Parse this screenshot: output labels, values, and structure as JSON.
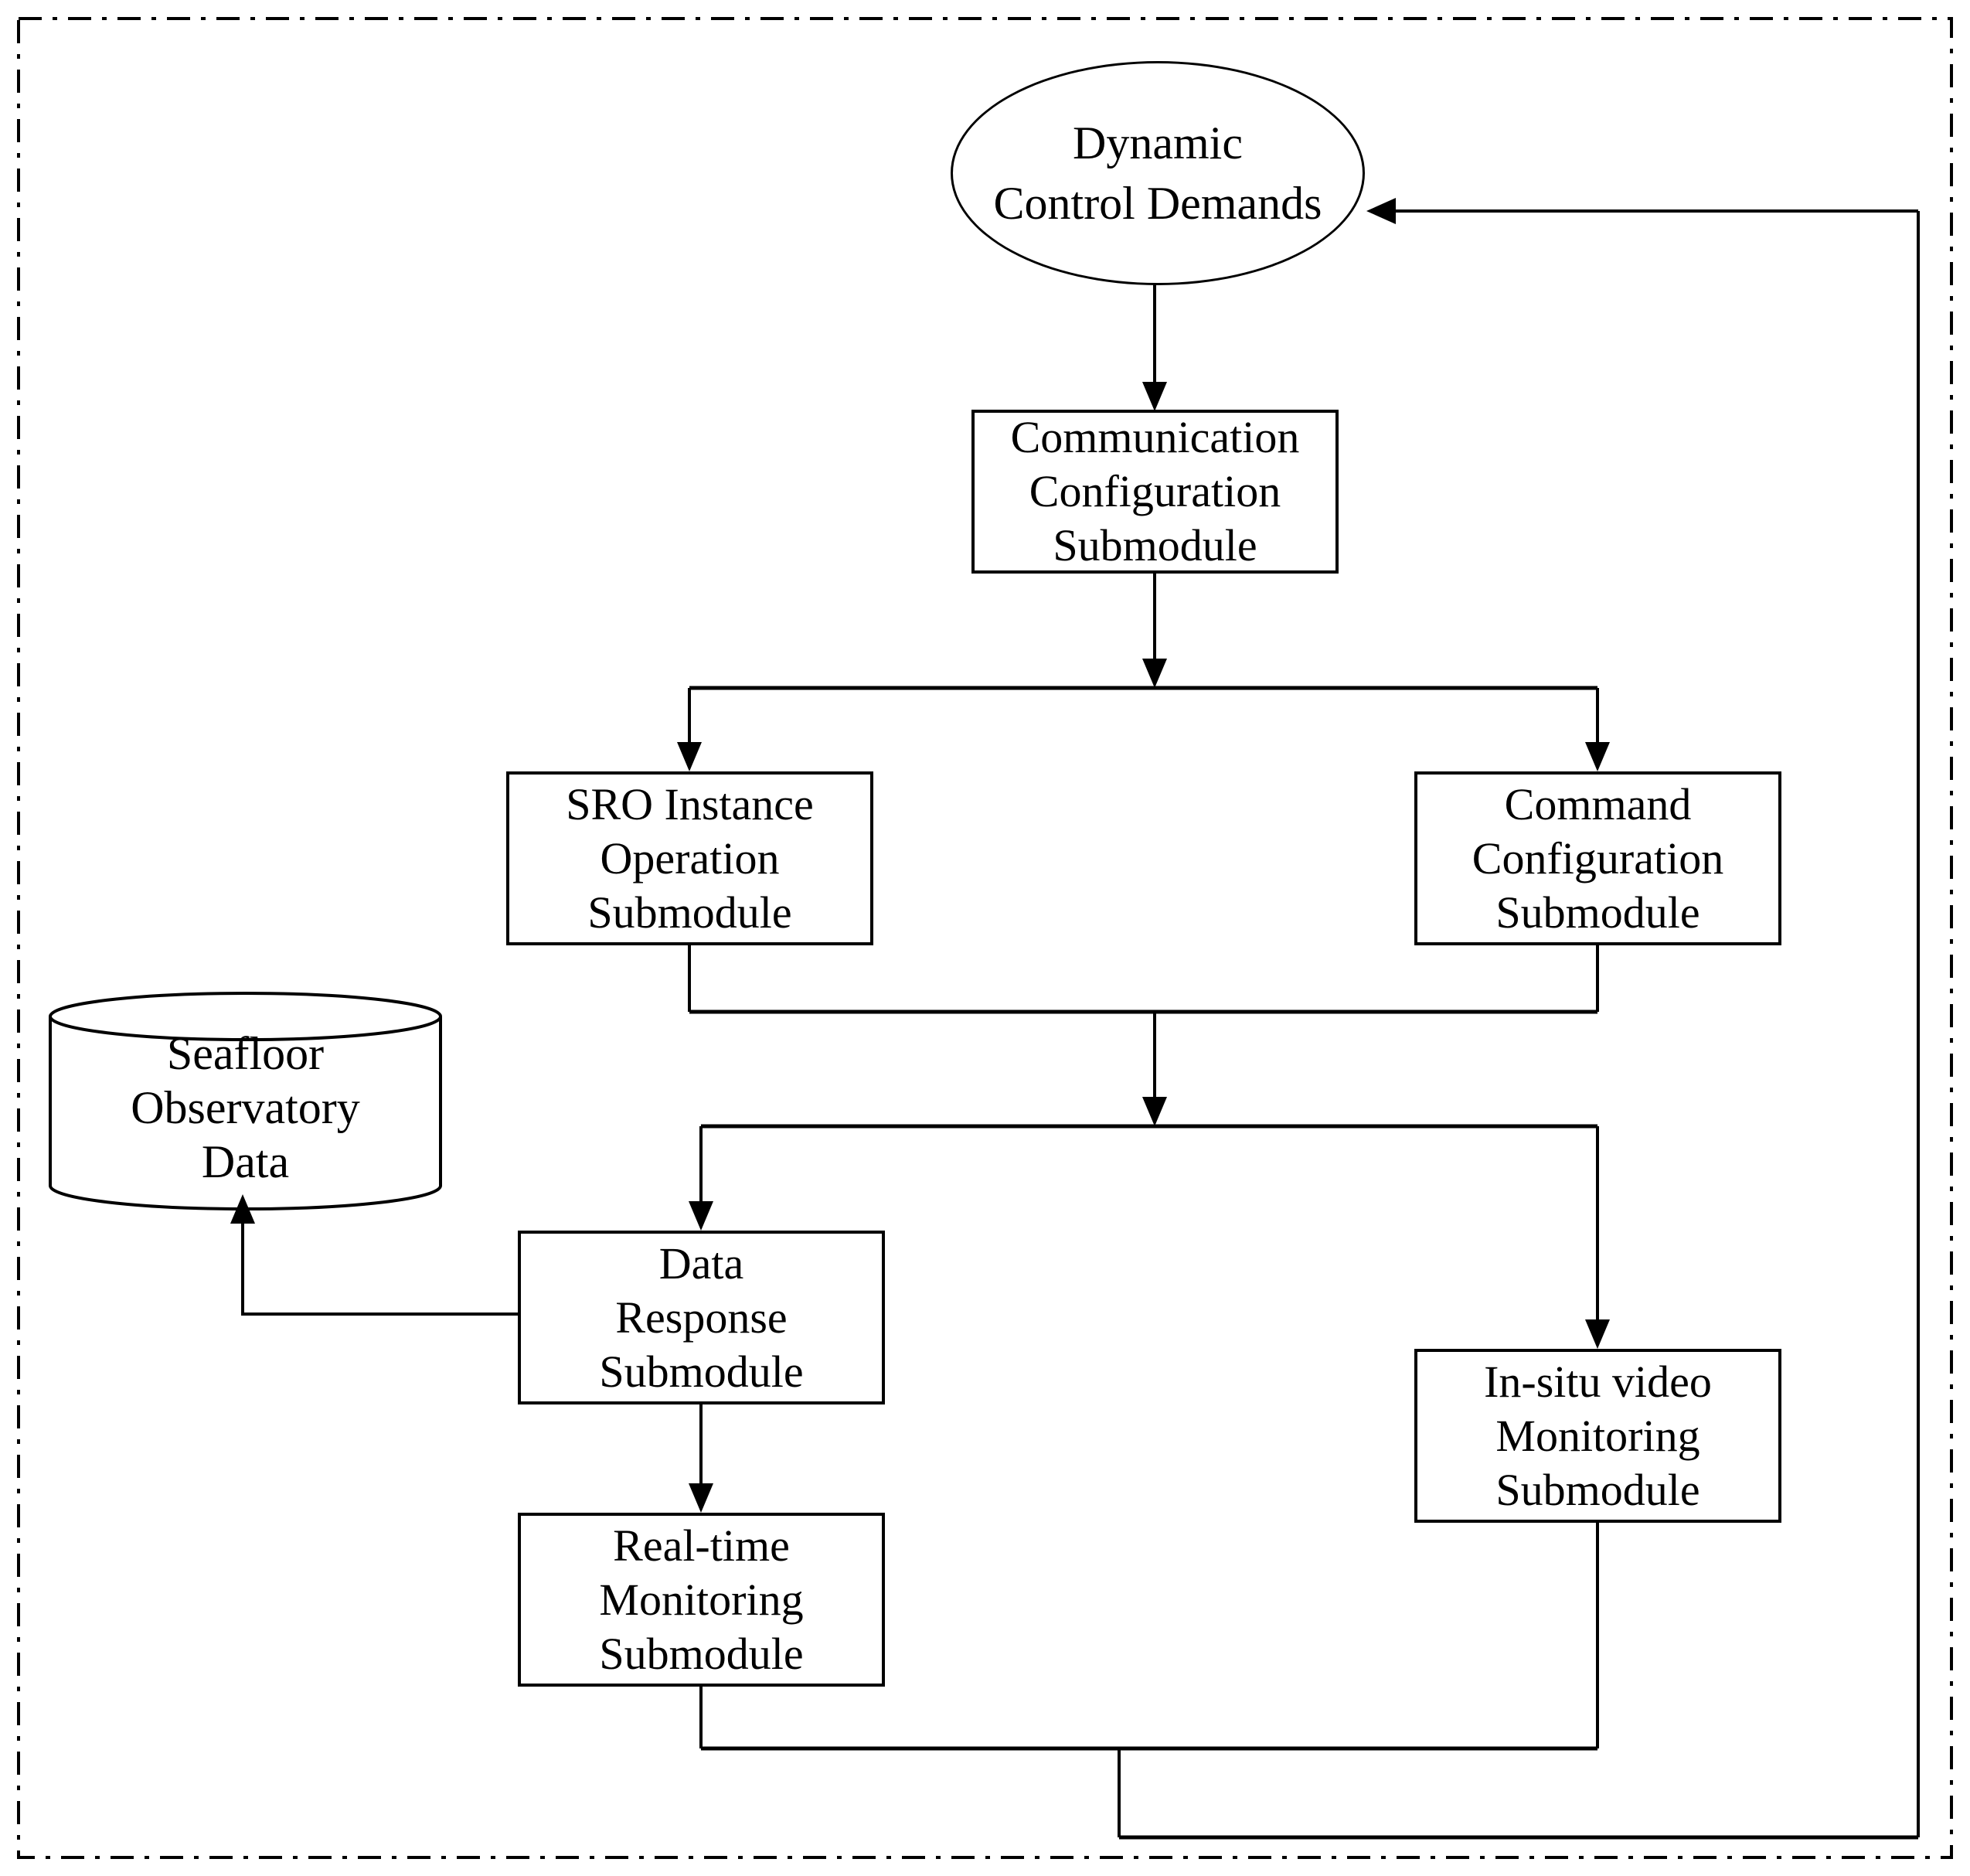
{
  "diagram": {
    "background_color": "#ffffff",
    "line_color": "#000000",
    "text_color": "#000000",
    "nodes": {
      "dynamic_control_demands": {
        "label": "Dynamic\nControl Demands",
        "shape": "ellipse"
      },
      "communication_configuration": {
        "label": "Communication\nConfiguration\nSubmodule",
        "shape": "rect"
      },
      "sro_instance_operation": {
        "label": "SRO Instance\nOperation\nSubmodule",
        "shape": "rect"
      },
      "command_configuration": {
        "label": "Command\nConfiguration\nSubmodule",
        "shape": "rect"
      },
      "seafloor_observatory_data": {
        "label": "Seafloor\nObservatory\nData",
        "shape": "cylinder"
      },
      "data_response": {
        "label": "Data\nResponse\nSubmodule",
        "shape": "rect"
      },
      "in_situ_video_monitoring": {
        "label": "In-situ video\nMonitoring\nSubmodule",
        "shape": "rect"
      },
      "real_time_monitoring": {
        "label": "Real-time\nMonitoring\nSubmodule",
        "shape": "rect"
      }
    },
    "edges": [
      {
        "from": "dynamic_control_demands",
        "to": "communication_configuration",
        "arrow": true
      },
      {
        "from": "communication_configuration",
        "to": "sro_instance_operation",
        "arrow": true
      },
      {
        "from": "communication_configuration",
        "to": "command_configuration",
        "arrow": true
      },
      {
        "from": "sro_instance_operation",
        "to": "data_response",
        "arrow": true
      },
      {
        "from": "sro_instance_operation",
        "to": "in_situ_video_monitoring",
        "arrow": true
      },
      {
        "from": "command_configuration",
        "to": "data_response",
        "arrow": true
      },
      {
        "from": "command_configuration",
        "to": "in_situ_video_monitoring",
        "arrow": true
      },
      {
        "from": "data_response",
        "to": "seafloor_observatory_data",
        "arrow": true
      },
      {
        "from": "data_response",
        "to": "real_time_monitoring",
        "arrow": true
      },
      {
        "from": "real_time_monitoring",
        "to": "dynamic_control_demands",
        "arrow": true
      },
      {
        "from": "in_situ_video_monitoring",
        "to": "dynamic_control_demands",
        "arrow": true
      }
    ]
  }
}
